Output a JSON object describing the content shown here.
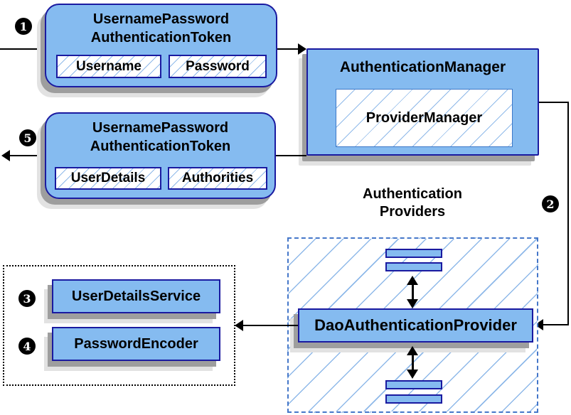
{
  "colors": {
    "node_fill": "#85BBF0",
    "node_border": "#1A1AA0",
    "hatch_line": "#8FB9E9",
    "dashed_border": "#4577C9",
    "shadow_dark": "#9E9E9E",
    "shadow_light": "#E2E2E2",
    "arrow": "#000000",
    "badge_bg": "#000000",
    "badge_text": "#FFFFFF",
    "bg": "#FFFFFF"
  },
  "badges": {
    "step1": "1",
    "step2": "2",
    "step3": "3",
    "step4": "4",
    "step5": "5"
  },
  "request_token": {
    "title_line1": "UsernamePassword",
    "title_line2": "AuthenticationToken",
    "fields": [
      "Username",
      "Password"
    ]
  },
  "authentication_manager": {
    "title": "AuthenticationManager",
    "provider": "ProviderManager"
  },
  "response_token": {
    "title_line1": "UsernamePassword",
    "title_line2": "AuthenticationToken",
    "fields": [
      "UserDetails",
      "Authorities"
    ]
  },
  "providers": {
    "heading_line1": "Authentication",
    "heading_line2": "Providers",
    "dao_label": "DaoAuthenticationProvider"
  },
  "collaborators": {
    "services": [
      "UserDetailsService",
      "PasswordEncoder"
    ]
  }
}
